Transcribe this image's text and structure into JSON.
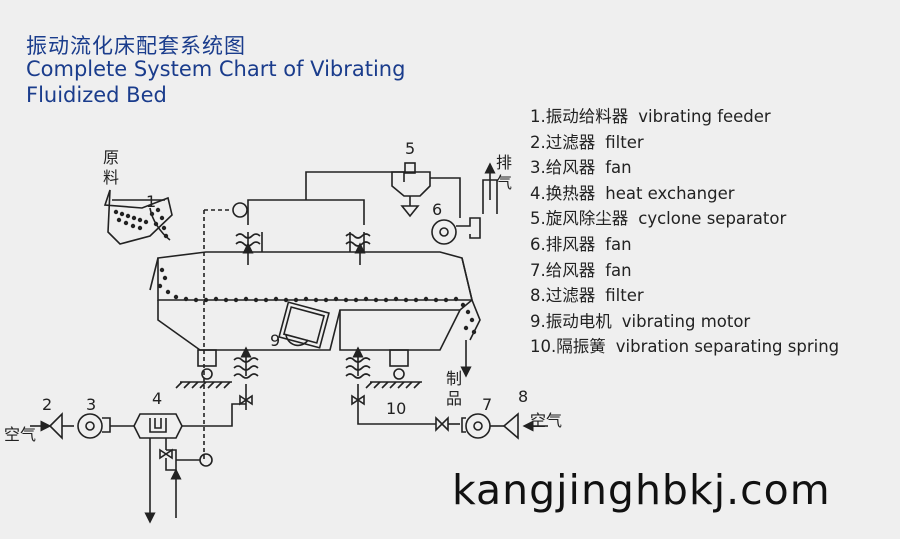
{
  "title": {
    "zh": "振动流化床配套系统图",
    "en_line1": "Complete System Chart of Vibrating",
    "en_line2": "Fluidized Bed"
  },
  "legend": [
    {
      "zh": "1.振动给料器",
      "en": "vibrating feeder"
    },
    {
      "zh": "2.过滤器",
      "en": "filter"
    },
    {
      "zh": "3.给风器",
      "en": "fan"
    },
    {
      "zh": "4.换热器",
      "en": "heat exchanger"
    },
    {
      "zh": "5.旋风除尘器",
      "en": "cyclone separator"
    },
    {
      "zh": "6.排风器",
      "en": "fan"
    },
    {
      "zh": "7.给风器",
      "en": "fan"
    },
    {
      "zh": "8.过滤器",
      "en": "filter"
    },
    {
      "zh": "9.振动电机",
      "en": "vibrating motor"
    },
    {
      "zh": "10.隔振簧",
      "en": "vibration separating spring"
    }
  ],
  "diagram_labels": {
    "raw_1": "原",
    "raw_2": "料",
    "exhaust_1": "排",
    "exhaust_2": "气",
    "product_1": "制",
    "product_2": "品",
    "air_left": "空气",
    "air_right": "空气",
    "n1": "1",
    "n2": "2",
    "n3": "3",
    "n4": "4",
    "n5": "5",
    "n6": "6",
    "n7": "7",
    "n8": "8",
    "n9": "9",
    "n10": "10"
  },
  "watermark": "kangjinghbkj.com"
}
